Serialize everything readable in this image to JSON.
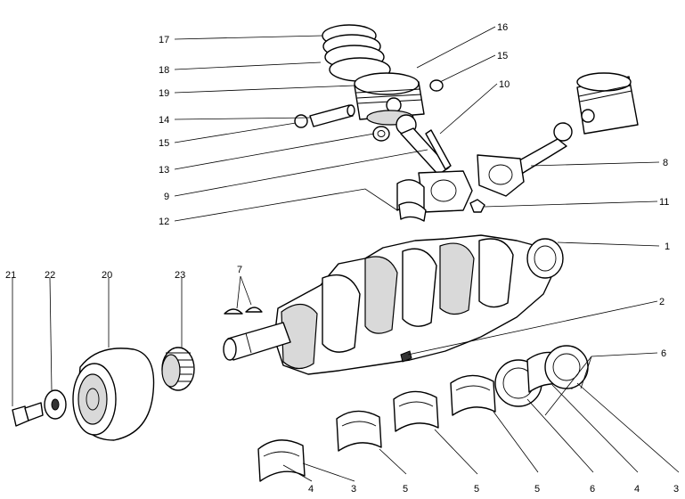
{
  "callouts": {
    "c1": "1",
    "c2": "2",
    "c3a": "3",
    "c3b": "3",
    "c4a": "4",
    "c4b": "4",
    "c5a": "5",
    "c5b": "5",
    "c5c": "5",
    "c6a": "6",
    "c6b": "6",
    "c7": "7",
    "c8": "8",
    "c9": "9",
    "c10": "10",
    "c11": "11",
    "c12": "12",
    "c13": "13",
    "c14": "14",
    "c15a": "15",
    "c15b": "15",
    "c16": "16",
    "c17": "17",
    "c18": "18",
    "c19": "19",
    "c20": "20",
    "c21": "21",
    "c22": "22",
    "c23": "23"
  }
}
